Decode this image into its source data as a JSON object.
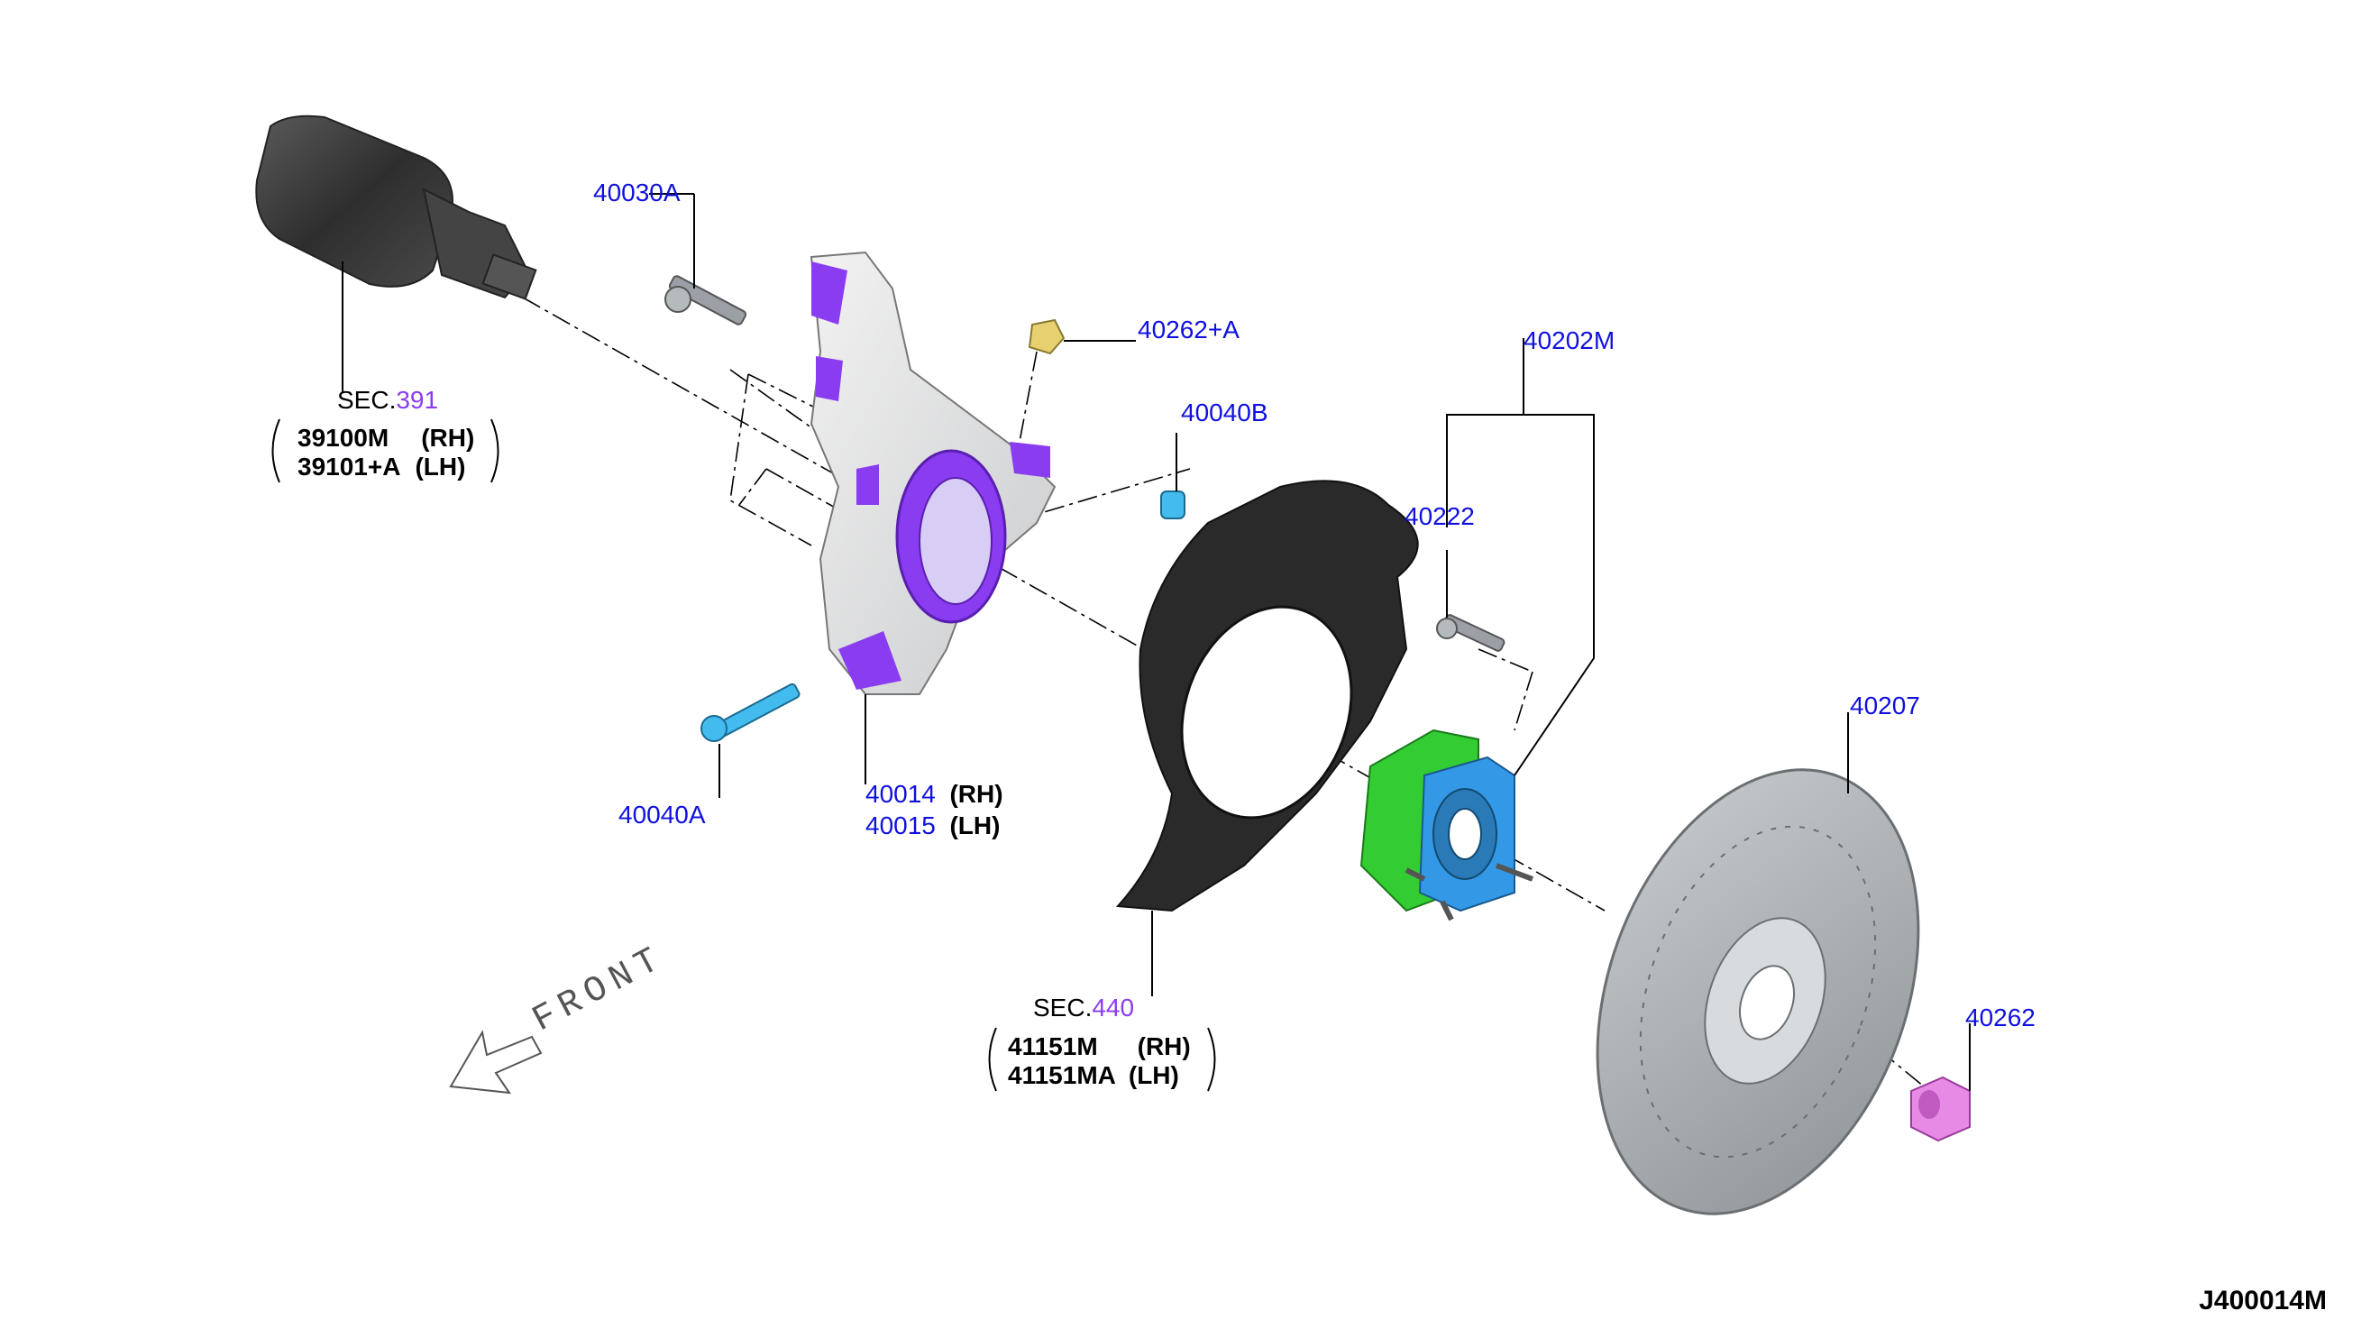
{
  "parts": {
    "p40030A": "40030A",
    "p40262A": "40262+A",
    "p40040B": "40040B",
    "p40202M": "40202M",
    "p40222": "40222",
    "p40207": "40207",
    "p40262": "40262",
    "p40040A": "40040A",
    "p40014": "40014",
    "p40015": "40015",
    "rh": "(RH)",
    "lh": "(LH)"
  },
  "sec391": {
    "prefix": "SEC.",
    "num": "391",
    "line1_pn": "39100M",
    "line1_side": "(RH)",
    "line2_pn": "39101+A",
    "line2_side": "(LH)"
  },
  "sec440": {
    "prefix": "SEC.",
    "num": "440",
    "line1_pn": "41151M",
    "line1_side": "(RH)",
    "line2_pn": "41151MA",
    "line2_side": "(LH)"
  },
  "front_label": "FRONT",
  "diagram_code": "J400014M",
  "colors": {
    "part_label": "#1010e0",
    "sec_number": "#8a3cf0",
    "knuckle_highlight": "#8a3cf0",
    "hub_green": "#33cc33",
    "hub_blue": "#3399e6",
    "nut_pink": "#e68ae6",
    "bolt_cyan": "#44bbee",
    "bolt_grey": "#9aa0a6",
    "nut_yellow": "#e6d070",
    "rotor_grey": "#a9aeb2",
    "shield_black": "#2a2a2a",
    "driveshaft_dark": "#3a3a3a"
  }
}
